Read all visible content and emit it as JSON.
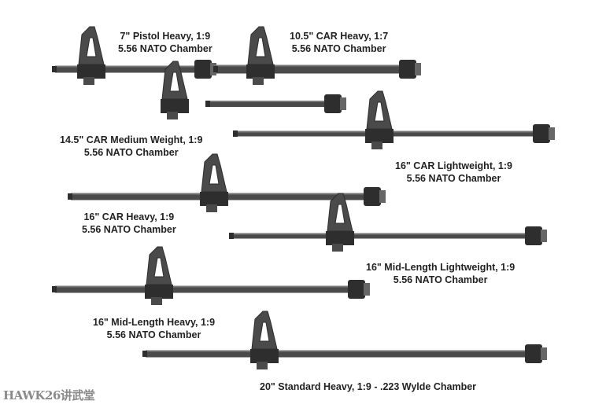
{
  "barrels": [
    {
      "name": "7\" Pistol Heavy, 1:9",
      "chamber": "5.56 NATO Chamber"
    },
    {
      "name": "10.5\" CAR Heavy, 1:7",
      "chamber": "5.56 NATO Chamber"
    },
    {
      "name": "14.5\" CAR Medium Weight, 1:9",
      "chamber": "5.56 NATO Chamber"
    },
    {
      "name": "16\" CAR Lightweight, 1:9",
      "chamber": "5.56 NATO Chamber"
    },
    {
      "name": "16\" CAR Heavy, 1:9",
      "chamber": "5.56 NATO Chamber"
    },
    {
      "name": "16\" Mid-Length Lightweight, 1:9",
      "chamber": "5.56 NATO Chamber"
    },
    {
      "name": "16\" Mid-Length Heavy, 1:9",
      "chamber": "5.56 NATO Chamber"
    },
    {
      "name": "20\" Standard Heavy, 1:9 - .223 Wylde Chamber"
    }
  ],
  "watermark": "HAWK26讲武堂",
  "colors": {
    "metal": "#4a4a4a",
    "metal_dark": "#2e2e2e"
  }
}
